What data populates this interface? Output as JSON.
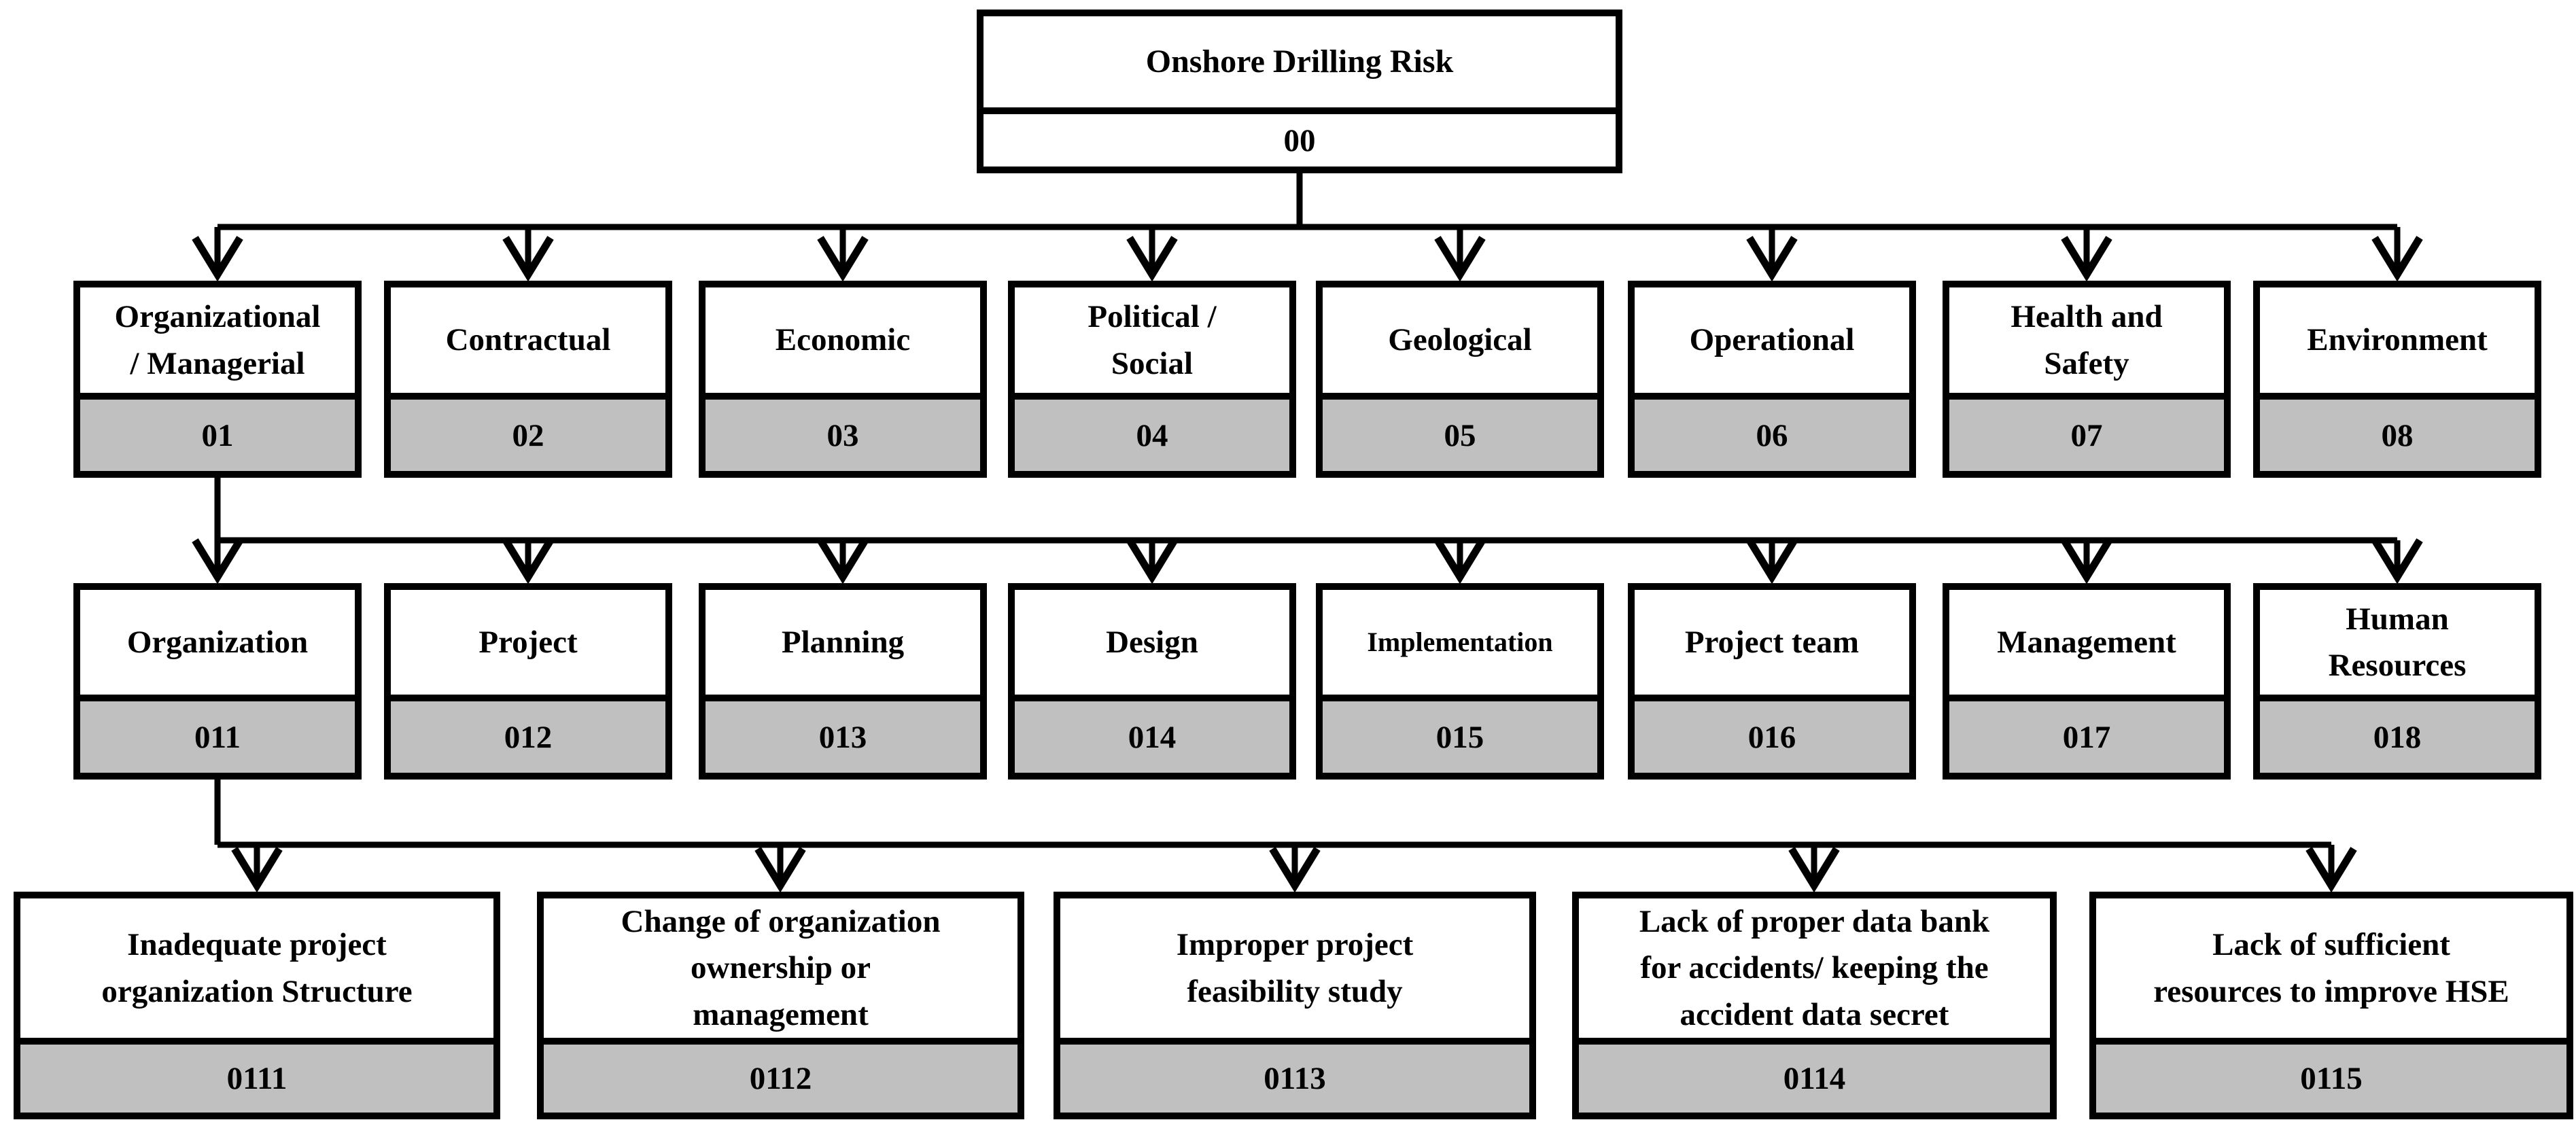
{
  "diagram": {
    "root": {
      "label": "Onshore Drilling Risk",
      "code": "00"
    },
    "level2": [
      {
        "label": "Organizational\n/ Managerial",
        "code": "01"
      },
      {
        "label": "Contractual",
        "code": "02"
      },
      {
        "label": "Economic",
        "code": "03"
      },
      {
        "label": "Political /\nSocial",
        "code": "04"
      },
      {
        "label": "Geological",
        "code": "05"
      },
      {
        "label": "Operational",
        "code": "06"
      },
      {
        "label": "Health and\nSafety",
        "code": "07"
      },
      {
        "label": "Environment",
        "code": "08"
      }
    ],
    "level3": [
      {
        "label": "Organization",
        "code": "011"
      },
      {
        "label": "Project",
        "code": "012"
      },
      {
        "label": "Planning",
        "code": "013"
      },
      {
        "label": "Design",
        "code": "014"
      },
      {
        "label": "Implementation",
        "code": "015"
      },
      {
        "label": "Project team",
        "code": "016"
      },
      {
        "label": "Management",
        "code": "017"
      },
      {
        "label": "Human\nResources",
        "code": "018"
      }
    ],
    "level4": [
      {
        "label": "Inadequate project\norganization Structure",
        "code": "0111"
      },
      {
        "label": "Change of organization\nownership or\nmanagement",
        "code": "0112"
      },
      {
        "label": "Improper project\nfeasibility study",
        "code": "0113"
      },
      {
        "label": "Lack of proper data bank\nfor accidents/ keeping the\naccident data secret",
        "code": "0114"
      },
      {
        "label": "Lack of sufficient\nresources to improve HSE",
        "code": "0115"
      }
    ],
    "colors": {
      "node_border": "#000000",
      "code_fill": "#c0c0c0",
      "root_code_fill": "#ffffff",
      "connector": "#000000",
      "background": "#ffffff"
    }
  }
}
